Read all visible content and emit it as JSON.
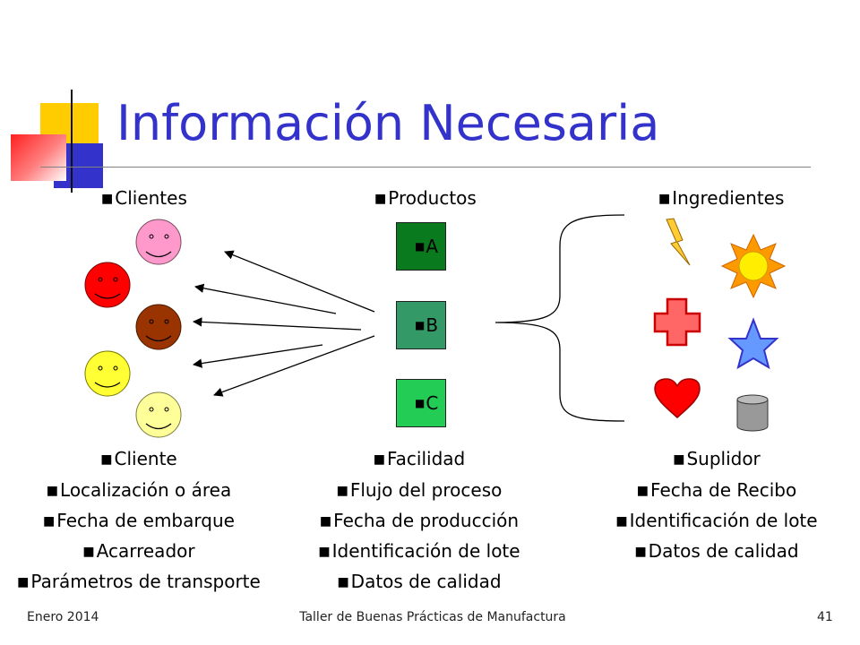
{
  "slide": {
    "title": "Información Necesaria",
    "footer": {
      "date": "Enero 2014",
      "center": "Taller de Buenas Prácticas de Manufactura",
      "page": "41"
    }
  },
  "headings": {
    "clients": "Clientes",
    "products": "Productos",
    "ingredients": "Ingredientes"
  },
  "products": [
    {
      "label": "A",
      "color": "#0a7a1e"
    },
    {
      "label": "B",
      "color": "#339966"
    },
    {
      "label": "C",
      "color": "#22cc55"
    }
  ],
  "client_details": [
    "Cliente",
    "Localización o área",
    "Fecha de embarque",
    "Acarreador",
    "Parámetros de transporte"
  ],
  "product_details": [
    "Facilidad",
    "Flujo del proceso",
    "Fecha de producción",
    "Identificación de lote",
    "Datos de calidad"
  ],
  "ingredient_details": [
    "Suplidor",
    "Fecha de Recibo",
    "Identificación de lote",
    "Datos de calidad"
  ],
  "icons": {
    "faces": [
      "smiley-face-pink-icon",
      "smiley-face-red-icon",
      "smiley-face-brown-icon",
      "smiley-face-yellow-icon",
      "smiley-face-light-yellow-icon"
    ],
    "ingredients": [
      "lightning-bolt-icon",
      "sun-icon",
      "cross-icon",
      "star-icon",
      "heart-icon",
      "cylinder-icon"
    ]
  },
  "colors": {
    "title": "#3333cc",
    "face_pink": "#ff99cc",
    "face_red": "#ff0000",
    "face_brown": "#993300",
    "face_yellow": "#ffff33",
    "face_light_yellow": "#ffff99"
  }
}
